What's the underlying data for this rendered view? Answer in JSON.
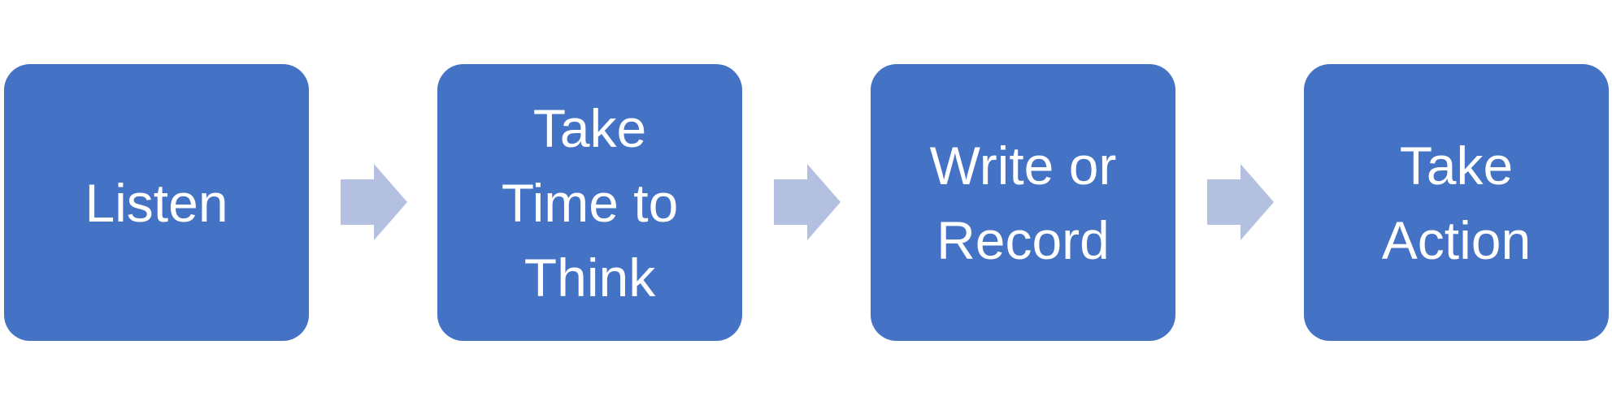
{
  "steps": [
    {
      "label": "Listen"
    },
    {
      "label": "Take\nTime to\nThink"
    },
    {
      "label": "Write or\nRecord"
    },
    {
      "label": "Take\nAction"
    }
  ],
  "colors": {
    "step_fill": "#4472C4",
    "step_text": "#FFFFFF",
    "arrow_fill": "#B4C0E0",
    "background": "#FFFFFF"
  }
}
